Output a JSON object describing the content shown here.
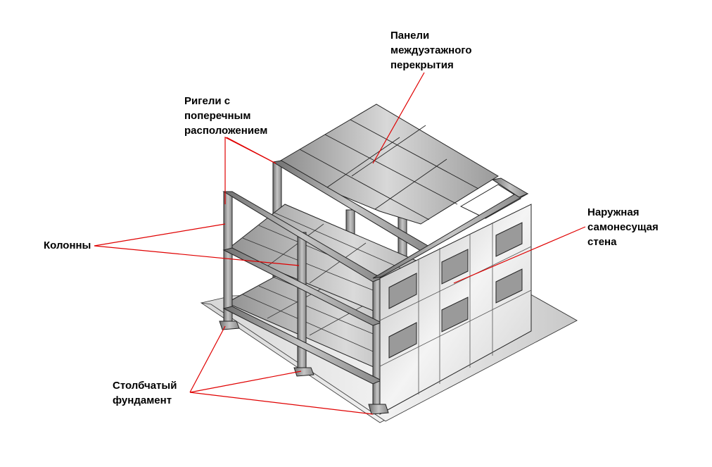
{
  "labels": {
    "slabs": [
      "Панели",
      "междуэтажного",
      "перекрытия"
    ],
    "beams": [
      "Ригели с",
      "поперечным",
      "расположением"
    ],
    "columns": [
      "Колонны"
    ],
    "wall": [
      "Наружная",
      "самонесущая",
      "стена"
    ],
    "foundation": [
      "Столбчатый",
      "фундамент"
    ]
  },
  "colors": {
    "leader_line": "#e00000",
    "outline": "#222222"
  }
}
